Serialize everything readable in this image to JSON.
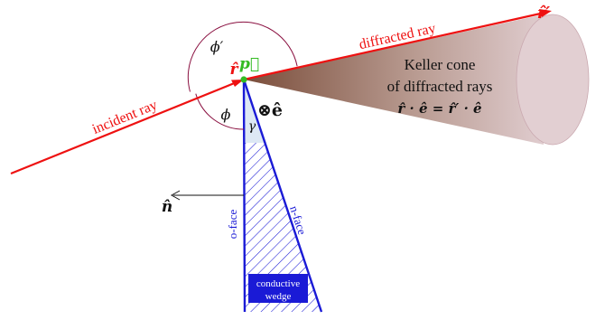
{
  "labels": {
    "incident_ray": "incident ray",
    "diffracted_ray": "diffracted ray",
    "cone_line1": "Keller cone",
    "cone_line2": "of diffracted rays",
    "cone_equation": "r̂ · ê = r̂′ · ê",
    "r_hat": "r̂",
    "r_hat_prime": "r̂′",
    "p_vec": "p⃗",
    "e_hat": "⊗ê",
    "phi_prime": "ϕ′",
    "phi": "ϕ",
    "gamma": "γ",
    "n_hat": "n̂",
    "o_face": "o-face",
    "n_face": "n-face",
    "wedge_line1": "conductive",
    "wedge_line2": "wedge"
  },
  "colors": {
    "ray": "#ee1111",
    "face": "#1a1ad6",
    "point": "#33bb22",
    "arc": "#8a1040",
    "gamma_fill": "#dde8f4",
    "cone_dark": "#7a4d3a",
    "cone_mid": "#b89a90",
    "cone_light": "#e2cfd2",
    "text": "#111111"
  }
}
